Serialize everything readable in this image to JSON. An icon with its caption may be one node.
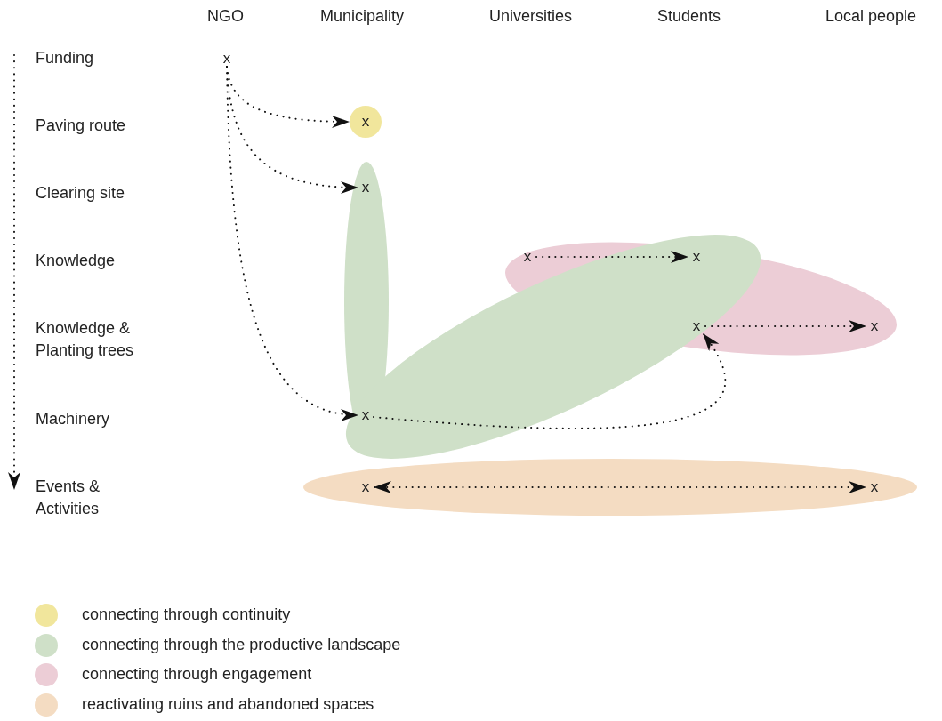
{
  "diagram": {
    "nodes": [
      {
        "text": [
          "x"
        ]
      },
      {
        "text": [
          "x"
        ]
      },
      {
        "text": [
          "x"
        ]
      },
      {
        "text": [
          "x"
        ]
      },
      {
        "text": [
          "x"
        ]
      },
      {
        "text": [
          "x"
        ]
      },
      {
        "text": [
          "x"
        ]
      },
      {
        "text": [
          "x"
        ]
      },
      {
        "text": [
          "x"
        ]
      },
      {
        "text": [
          "x"
        ]
      }
    ],
    "edges": [
      {
        "from": 0,
        "to": 1,
        "arrow": "to"
      },
      {
        "from": 0,
        "to": 2,
        "arrow": "to"
      },
      {
        "from": 0,
        "to": 7,
        "arrow": "to"
      },
      {
        "from": 3,
        "to": 4,
        "arrow": "to"
      },
      {
        "from": 5,
        "to": 6,
        "arrow": "to"
      },
      {
        "from": 7,
        "to": 5,
        "arrow": "to"
      },
      {
        "from": 8,
        "to": 9,
        "arrow": "both"
      }
    ],
    "labels": [
      "NGO",
      "Municipality",
      "Universities",
      "Students",
      "Local people",
      "Funding",
      "Paving route",
      "Clearing site",
      "Knowledge",
      "Knowledge & Planting trees",
      "Machinery",
      "Events & Activities"
    ],
    "legend": [
      {
        "text": "connecting through continuity",
        "color": "#f1e69c"
      },
      {
        "text": "connecting through the productive landscape",
        "color": "#cfe0c8"
      },
      {
        "text": "connecting through engagement",
        "color": "#eccdd6"
      },
      {
        "text": "reactivating ruins and abandoned spaces",
        "color": "#f4dcc2"
      }
    ]
  }
}
